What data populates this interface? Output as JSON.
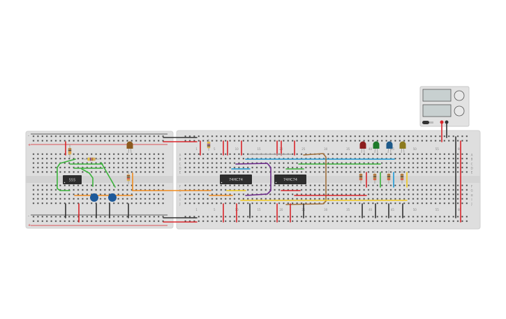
{
  "canvas": {
    "background": "#ffffff"
  },
  "colors": {
    "board": "#dcdcdc",
    "rail_positive": "#d9262b",
    "rail_negative": "#333333",
    "wire_red": "#d9262b",
    "wire_black": "#333333",
    "wire_green": "#3cb43c",
    "wire_blue": "#1e9bd7",
    "wire_orange": "#f08c1e",
    "wire_yellow": "#f0c81e",
    "wire_purple": "#6e2c8c",
    "wire_brown": "#a0703c",
    "wire_gray": "#a0a0a0",
    "chip": "#2d2d2d",
    "capacitor": "#1e5a9a",
    "led_red": "#8c1e1e",
    "led_green": "#1e7a2a",
    "led_blue": "#1e5a8a",
    "led_yellow": "#8c7a1e",
    "led_orange": "#8c5a1e"
  },
  "chips": [
    {
      "label": "555"
    },
    {
      "label": "74HC74"
    },
    {
      "label": "74HC74"
    }
  ],
  "breadboard_right": {
    "row_labels": [
      "A",
      "B",
      "C",
      "D",
      "E",
      "F",
      "G",
      "H",
      "I",
      "J"
    ],
    "column_labels": [
      "1",
      "5",
      "10",
      "15",
      "20",
      "25",
      "30",
      "35",
      "40",
      "45",
      "50",
      "55",
      "60"
    ],
    "rail_signs": [
      "-",
      "+"
    ]
  },
  "breadboard_left": {
    "rail_signs": [
      "-",
      "+",
      "-",
      "+"
    ]
  },
  "power_supply": {
    "icon": "power-supply-icon"
  }
}
